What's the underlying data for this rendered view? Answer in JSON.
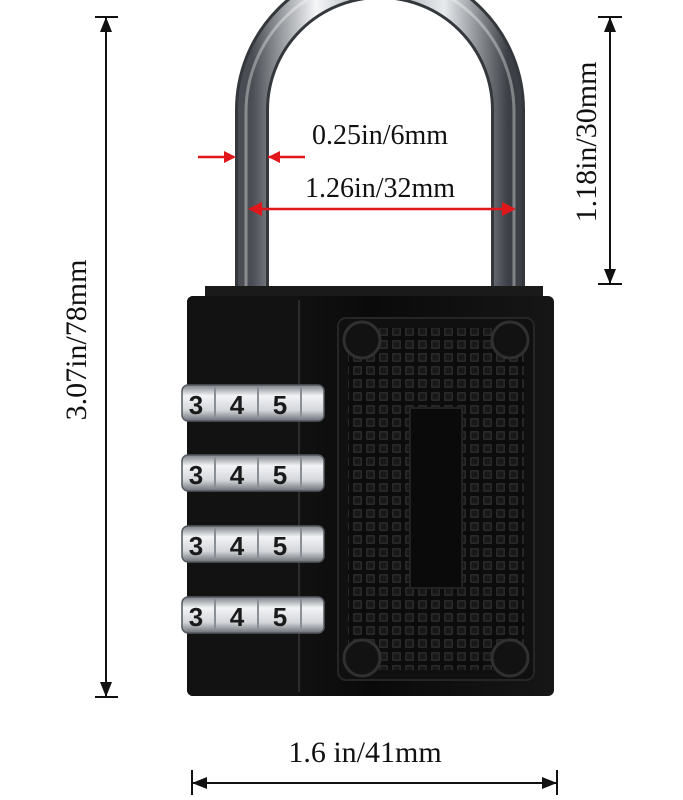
{
  "dimensions": {
    "total_height": "3.07in/78mm",
    "shackle_height": "1.18in/30mm",
    "shackle_thickness": "0.25in/6mm",
    "shackle_inner_width": "1.26in/32mm",
    "body_width": "1.6 in/41mm"
  },
  "dials": [
    {
      "digits": [
        "3",
        "4",
        "5"
      ]
    },
    {
      "digits": [
        "3",
        "4",
        "5"
      ]
    },
    {
      "digits": [
        "3",
        "4",
        "5"
      ]
    },
    {
      "digits": [
        "3",
        "4",
        "5"
      ]
    }
  ],
  "colors": {
    "arrow": "#e0161b",
    "dimension_line": "#111111",
    "lock_body": "#0d0d0d",
    "shackle_steel": "#c8ccd0"
  }
}
